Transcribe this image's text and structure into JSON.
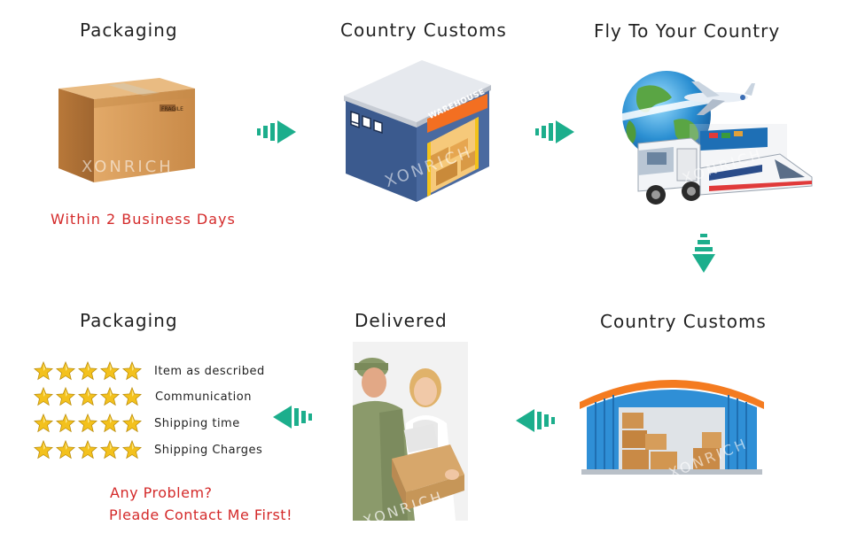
{
  "steps": {
    "packaging": {
      "title": "Packaging",
      "note": "Within 2 Business Days",
      "box_tape_text": "FRAGILE"
    },
    "customs_1": {
      "title": "Country Customs",
      "sign": "WAREHOUSE"
    },
    "fly": {
      "title": "Fly To Your Country"
    },
    "customs_2": {
      "title": "Country Customs"
    },
    "delivered": {
      "title": "Delivered"
    },
    "feedback": {
      "title": "Packaging"
    }
  },
  "watermark": "XONRICH",
  "ratings": [
    {
      "label": "Item as described",
      "stars": 5
    },
    {
      "label": "Communication",
      "stars": 5
    },
    {
      "label": "Shipping time",
      "stars": 5
    },
    {
      "label": "Shipping Charges",
      "stars": 5
    }
  ],
  "contact": {
    "line1": "Any Problem?",
    "line2": "Pleade Contact Me First!"
  },
  "colors": {
    "arrow": "#1cae8c",
    "accent_red": "#d42a2a",
    "warehouse_blue": "#3b5a8e",
    "sign_orange": "#f36f21",
    "shed_blue": "#2f8fd6",
    "roof_orange": "#f47b20"
  },
  "icons": [
    "arrow-right-icon",
    "arrow-down-icon",
    "arrow-left-icon",
    "star-icon"
  ]
}
